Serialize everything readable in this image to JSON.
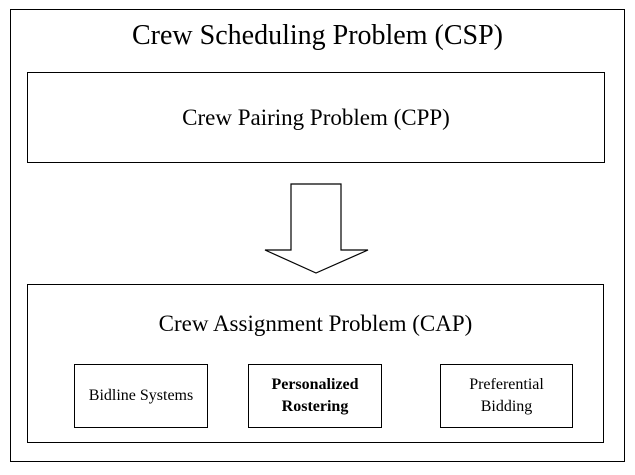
{
  "diagram": {
    "outer_title": "Crew Scheduling Problem (CSP)",
    "cpp_title": "Crew Pairing Problem (CPP)",
    "cap_title": "Crew Assignment Problem (CAP)",
    "sub_boxes": [
      {
        "label": "Bidline Systems",
        "bold": false
      },
      {
        "label": "Personalized\nRostering",
        "bold": true
      },
      {
        "label": "Preferential\nBidding",
        "bold": false
      }
    ],
    "colors": {
      "stroke": "#000000",
      "fill": "#ffffff"
    }
  }
}
